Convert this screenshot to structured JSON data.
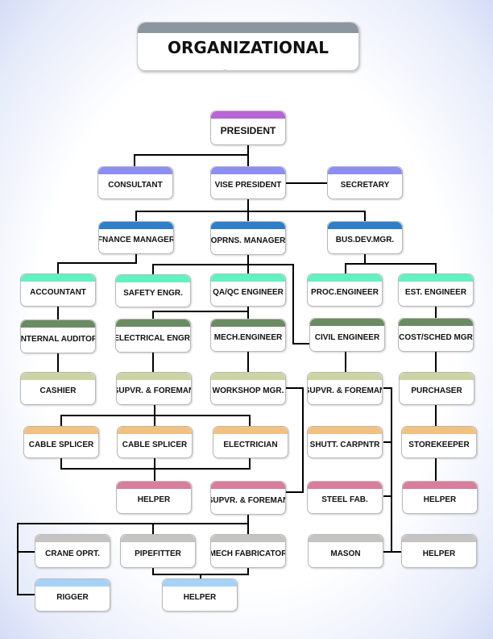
{
  "title": "ORGANIZATIONAL CHART",
  "colors": {
    "purple": "#b865d6",
    "lavender": "#8c8ef2",
    "blue": "#2f7fc8",
    "mint": "#60f2c0",
    "green": "#6b8c62",
    "khaki": "#ccd4a6",
    "orange": "#f3c17f",
    "pink": "#d97d9d",
    "gray": "#c6c3c3",
    "lightblue": "#a6d2f8",
    "line": "#000000"
  },
  "nodes": {
    "president": {
      "label": "PRESIDENT",
      "color": "purple"
    },
    "consultant": {
      "label": "CONSULTANT",
      "color": "lavender"
    },
    "vise_president": {
      "label": "VISE PRESIDENT",
      "color": "lavender"
    },
    "secretary": {
      "label": "SECRETARY",
      "color": "lavender"
    },
    "finance_manager": {
      "label": "FNANCE MANAGER",
      "color": "blue"
    },
    "oprns_manager": {
      "label": "OPRNS. MANAGER",
      "color": "blue"
    },
    "bus_dev_mgr": {
      "label": "BUS.DEV.MGR.",
      "color": "blue"
    },
    "accountant": {
      "label": "ACCOUNTANT",
      "color": "mint"
    },
    "safety_engr": {
      "label": "SAFETY ENGR.",
      "color": "mint"
    },
    "qa_qc_engineer": {
      "label": "QA/QC ENGINEER",
      "color": "mint"
    },
    "proc_engineer": {
      "label": "PROC.ENGINEER",
      "color": "mint"
    },
    "est_engineer": {
      "label": "EST. ENGINEER",
      "color": "mint"
    },
    "internal_auditor": {
      "label": "INTERNAL AUDITOR",
      "color": "green"
    },
    "electrical_engr": {
      "label": "ELECTRICAL ENGR.",
      "color": "green"
    },
    "mech_engineer": {
      "label": "MECH.ENGINEER",
      "color": "green"
    },
    "civil_engineer": {
      "label": "CIVIL ENGINEER",
      "color": "green"
    },
    "cost_sched_mgr": {
      "label": "COST/SCHED MGR",
      "color": "green"
    },
    "cashier": {
      "label": "CASHIER",
      "color": "khaki"
    },
    "supvr_foreman_1": {
      "label": "SUPVR. & FOREMAN",
      "color": "khaki"
    },
    "workshop_mgr": {
      "label": "WORKSHOP MGR.",
      "color": "khaki"
    },
    "supvr_foreman_2": {
      "label": "SUPVR. & FOREMAN",
      "color": "khaki"
    },
    "purchaser": {
      "label": "PURCHASER",
      "color": "khaki"
    },
    "cable_splicer_1": {
      "label": "CABLE SPLICER",
      "color": "orange"
    },
    "cable_splicer_2": {
      "label": "CABLE SPLICER",
      "color": "orange"
    },
    "electrician": {
      "label": "ELECTRICIAN",
      "color": "orange"
    },
    "shutt_carpntr": {
      "label": "SHUTT. CARPNTR",
      "color": "orange"
    },
    "storekeeper": {
      "label": "STOREKEEPER",
      "color": "orange"
    },
    "helper_1": {
      "label": "HELPER",
      "color": "pink"
    },
    "supvr_foreman_3": {
      "label": "SUPVR. & FOREMAN",
      "color": "pink"
    },
    "steel_fab": {
      "label": "STEEL FAB.",
      "color": "pink"
    },
    "helper_2": {
      "label": "HELPER",
      "color": "pink"
    },
    "crane_oprt": {
      "label": "CRANE OPRT.",
      "color": "gray"
    },
    "pipefitter": {
      "label": "PIPEFITTER",
      "color": "gray"
    },
    "mech_fabricator": {
      "label": "MECH FABRICATOR",
      "color": "gray"
    },
    "mason": {
      "label": "MASON",
      "color": "gray"
    },
    "helper_3": {
      "label": "HELPER",
      "color": "gray"
    },
    "rigger": {
      "label": "RIGGER",
      "color": "lightblue"
    },
    "helper_4": {
      "label": "HELPER",
      "color": "lightblue"
    }
  }
}
